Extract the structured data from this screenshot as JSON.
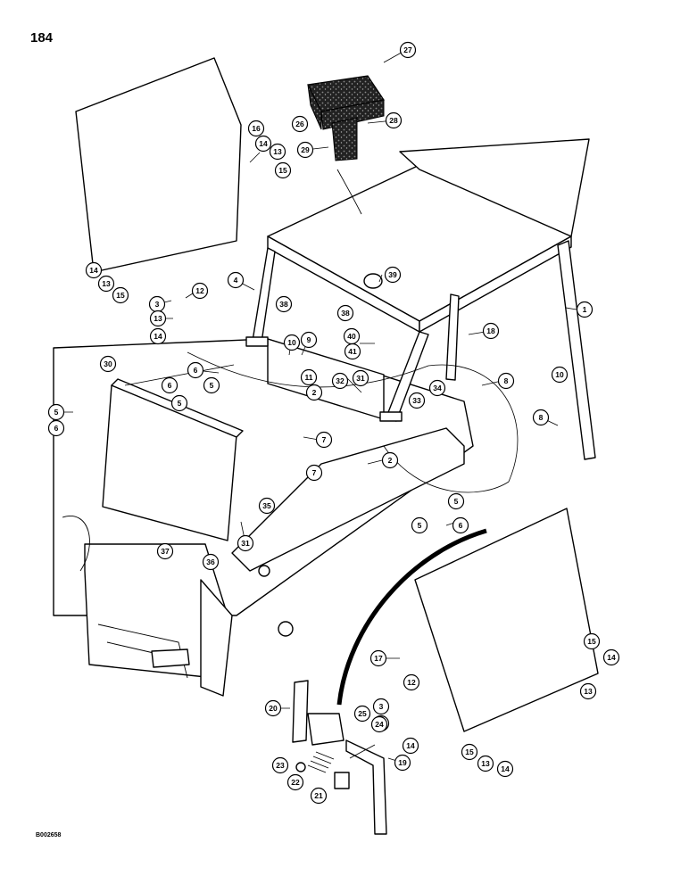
{
  "page": {
    "number": "184",
    "drawing_id": "B002658"
  },
  "callouts": [
    "1",
    "2",
    "3",
    "4",
    "5",
    "6",
    "7",
    "8",
    "9",
    "10",
    "11",
    "12",
    "13",
    "14",
    "15",
    "16",
    "17",
    "18",
    "19",
    "20",
    "21",
    "22",
    "23",
    "24",
    "25",
    "26",
    "27",
    "28",
    "29",
    "30",
    "31",
    "32",
    "33",
    "34",
    "35",
    "36",
    "37",
    "38",
    "39",
    "40",
    "41"
  ]
}
